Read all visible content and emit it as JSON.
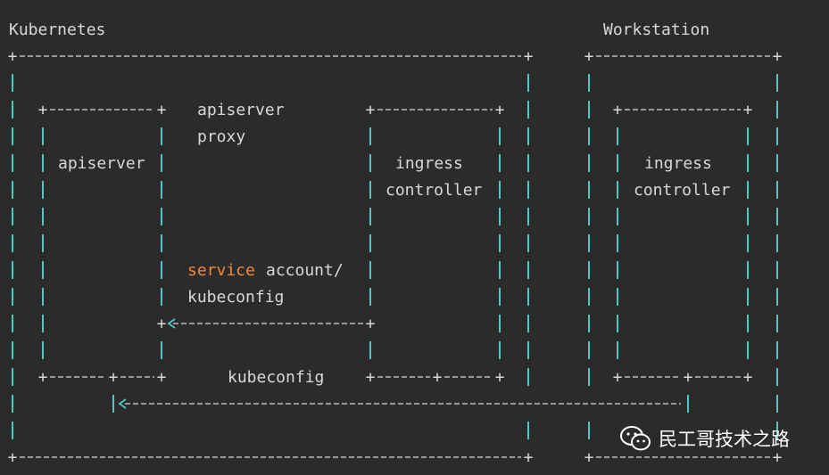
{
  "colors": {
    "background": "#2b2b2b",
    "text": "#d8d8d8",
    "border_pipe": "#4ec9c0",
    "highlight": "#f0883e",
    "watermark": "#ffffff"
  },
  "lines": [
    "Kubernetes                                                    Workstation",
    "+-----------------------------------------------------+     +--------------------+",
    "|                                                     |     |                    |",
    "|  +----------+   apiserver        +-----------+     |     |  +-----------+     |",
    "|  |          |   proxy            |           |     |     |  |           |     |",
    "|  | apiserver |                   |  ingress  |     |     |  |  ingress  |     |",
    "|  |          |                    | controller |    |     |  | controller |    |",
    "|  |          |                    |           |     |     |  |           |     |",
    "|  |          |                    |           |     |     |  |           |     |",
    "|  |          |  service account/ |           |     |     |  |           |     |",
    "|  |          |  kubeconfig       |           |     |     |  |           |     |",
    "|  |          +<-----------------+           |     |     |  |           |     |",
    "|  |          |                   |           |     |     |  |           |     |",
    "|  +-----+----+      kubeconfig   +------+----+     |     |  +------+----+     |",
    "|        |<--------------------------------------------------------+     |",
    "|                                                     |     |                    |",
    "+-----------------------------------------------------+     +--------------------+"
  ],
  "texts": {
    "kubernetes": "Kubernetes",
    "workstation": "Workstation",
    "apiserver_proxy_1": "apiserver",
    "apiserver_proxy_2": "proxy",
    "apiserver": "apiserver",
    "ingress_k8s_1": "ingress",
    "ingress_k8s_2": "controller",
    "service_word": "service",
    "account": "account/",
    "kubeconfig_left": "kubeconfig",
    "kubeconfig_bottom": "kubeconfig",
    "ingress_ws_1": "ingress",
    "ingress_ws_2": "controller"
  },
  "watermark": {
    "text": "民工哥技术之路",
    "icon": "wechat-icon"
  }
}
